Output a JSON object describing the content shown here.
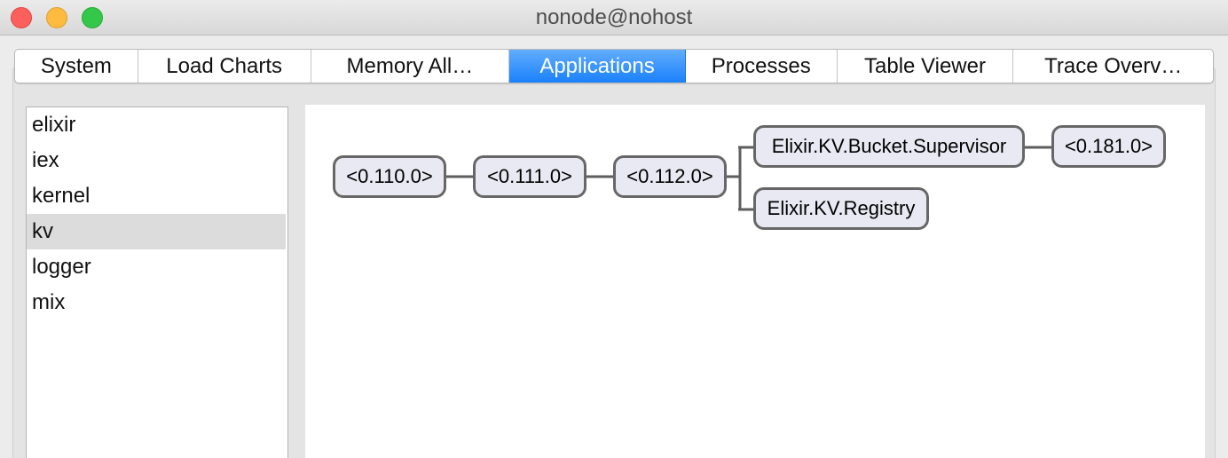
{
  "window": {
    "title": "nonode@nohost"
  },
  "tabs": [
    {
      "label": "System",
      "active": false
    },
    {
      "label": "Load Charts",
      "active": false
    },
    {
      "label": "Memory All…",
      "active": false
    },
    {
      "label": "Applications",
      "active": true
    },
    {
      "label": "Processes",
      "active": false
    },
    {
      "label": "Table Viewer",
      "active": false
    },
    {
      "label": "Trace Overv…",
      "active": false
    }
  ],
  "applications": {
    "items": [
      "elixir",
      "iex",
      "kernel",
      "kv",
      "logger",
      "mix"
    ],
    "selected": "kv"
  },
  "tree": {
    "nodes": {
      "n0110": "<0.110.0>",
      "n0111": "<0.111.0>",
      "n0112": "<0.112.0>",
      "bucket_supervisor": "Elixir.KV.Bucket.Supervisor",
      "n0181": "<0.181.0>",
      "registry": "Elixir.KV.Registry"
    }
  },
  "colors": {
    "tab_active": "#1a81fb",
    "node_fill": "#e9e9f3",
    "node_border": "#676767",
    "selected_row": "#dcdcdc"
  }
}
